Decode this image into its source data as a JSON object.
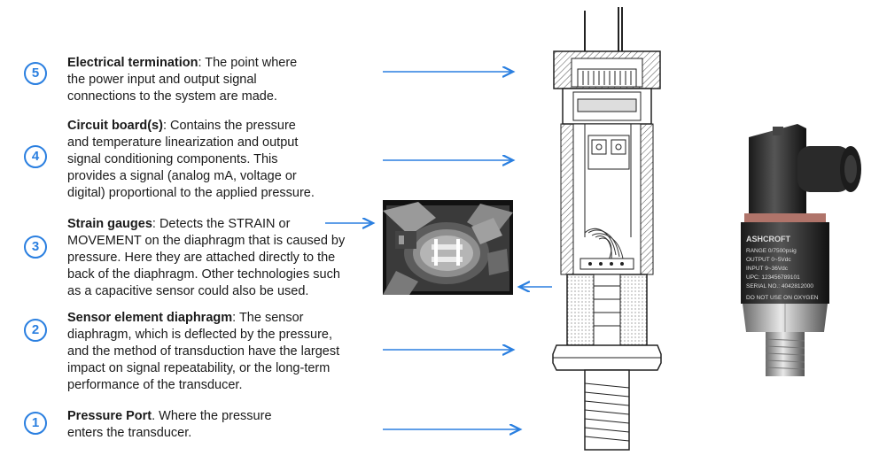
{
  "items": [
    {
      "num": "5",
      "title": "Electrical termination",
      "sep": ": ",
      "lines": [
        "The point where",
        "the power input and output signal",
        "connections to the system are made."
      ]
    },
    {
      "num": "4",
      "title": "Circuit board(s)",
      "sep": ": ",
      "lines": [
        "Contains the pressure",
        "and temperature linearization and output",
        "signal conditioning components. This",
        "provides a signal (analog mA, voltage or",
        "digital) proportional to the applied pressure."
      ]
    },
    {
      "num": "3",
      "title": "Strain gauges",
      "sep": ": ",
      "lines": [
        "Detects the STRAIN or",
        "MOVEMENT on the diaphragm that is caused by",
        "pressure. Here they are attached directly to the",
        "back of the diaphragm. Other technologies such",
        "as a capacitive sensor could also be used."
      ]
    },
    {
      "num": "2",
      "title": "Sensor element diaphragm",
      "sep": ": ",
      "lines": [
        "The sensor",
        "diaphragm, which is deflected by the pressure,",
        "and the method of transduction have the largest",
        "impact on signal repeatability, or the long-term",
        "performance of the transducer."
      ]
    },
    {
      "num": "1",
      "title": "Pressure Port",
      "sep": ". ",
      "lines": [
        "Where the pressure",
        "enters the transducer."
      ]
    }
  ],
  "product_label": {
    "brand": "ASHCROFT",
    "line1": "RANGE    0/7500psig",
    "line2": "OUTPUT    0~5Vdc",
    "line3": "INPUT    9~36Vdc",
    "line4": "UPC: 123456789101",
    "line5": "SERIAL NO.: 4042812000",
    "warning": "DO NOT USE ON OXYGEN"
  },
  "colors": {
    "accent": "#2a7fe0",
    "arrow": "#2a7fe0",
    "cable_band": "#b0746a"
  }
}
